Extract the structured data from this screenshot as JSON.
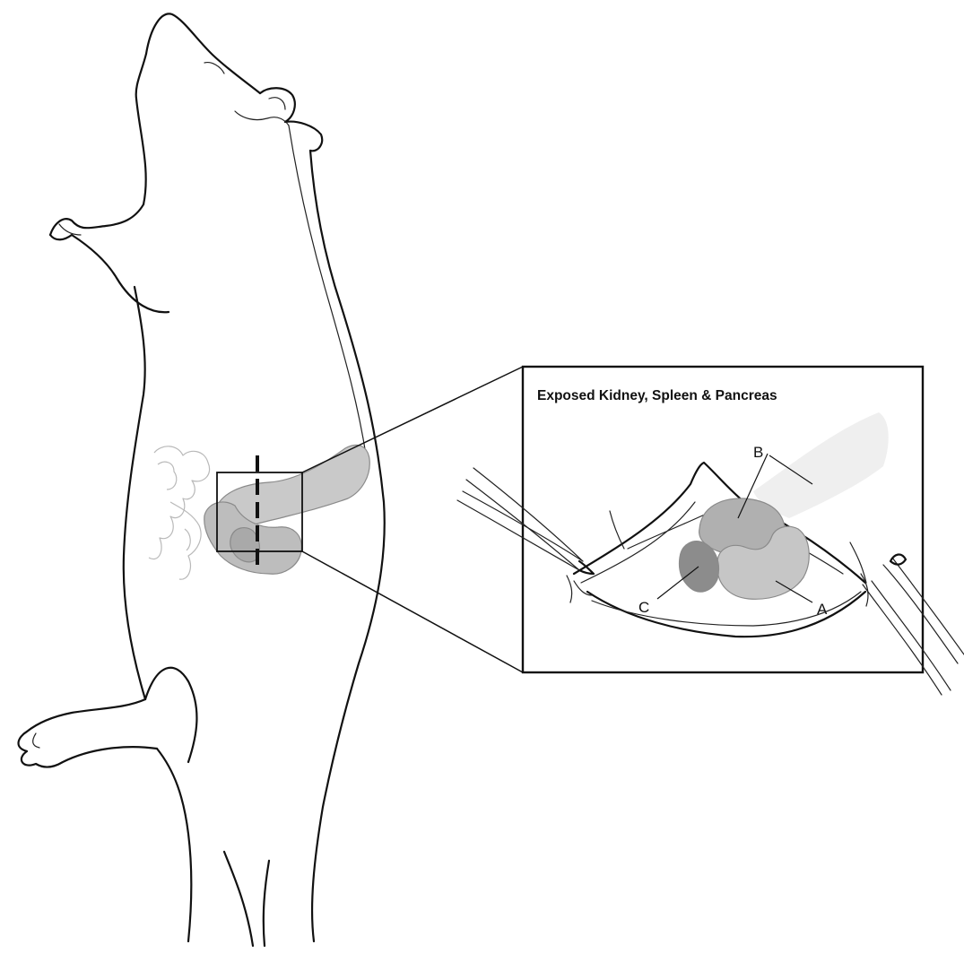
{
  "inset": {
    "title": "Exposed Kidney, Spleen & Pancreas"
  },
  "labels": {
    "a": "A",
    "b": "B",
    "c": "C"
  },
  "colors": {
    "line": "#111111",
    "organ_light": "#c9c9c9",
    "organ_mid": "#a9a9a9",
    "organ_dark": "#8c8c8c",
    "ghost_line": "#b9b9b9",
    "paper": "#ffffff"
  }
}
